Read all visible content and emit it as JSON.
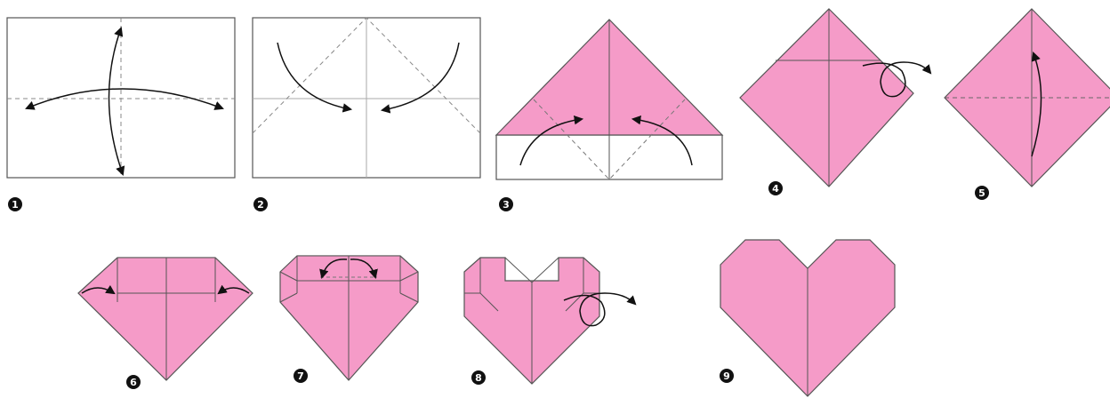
{
  "colors": {
    "paper": "#F59BC8",
    "paper_back": "#FFFFFF",
    "outline": "#555555",
    "crease": "#888888",
    "arrow": "#111111",
    "badge": "#111111"
  },
  "steps": [
    {
      "number": "1"
    },
    {
      "number": "2"
    },
    {
      "number": "3"
    },
    {
      "number": "4"
    },
    {
      "number": "5"
    },
    {
      "number": "6"
    },
    {
      "number": "7"
    },
    {
      "number": "8"
    },
    {
      "number": "9"
    }
  ]
}
